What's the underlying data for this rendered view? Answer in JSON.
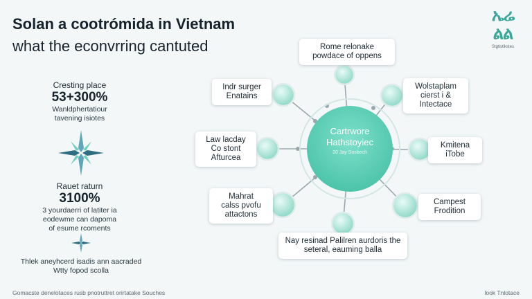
{
  "header": {
    "title": "Solan a cootrómida in Vietnam",
    "subtitle": "what the econvrring cantuted"
  },
  "logo": {
    "mark": "ኤሬ ልል",
    "caption": "Stgtistikstes"
  },
  "stats": [
    {
      "label": "Cresting place",
      "value": "53+300%",
      "desc": [
        "Wanldphertatiour",
        "tavening isiotes"
      ]
    },
    {
      "label": "Rauet raturn",
      "value": "3100%",
      "desc": [
        "3 yourdaerri of latiter ia",
        "eodewme can dapoma",
        "of esume rcoments"
      ]
    }
  ],
  "note": [
    "Thlek aneyhcerd isadis ann aacraded",
    "Wtty fopod scolla"
  ],
  "hub": {
    "title": [
      "Cartrwore",
      "Hathstoyiec"
    ],
    "sub": "20 Jay Sosbech"
  },
  "nodes": [
    {
      "lines": [
        "Rome relonake",
        "powdace of oppens"
      ]
    },
    {
      "lines": [
        "Wolstaplam",
        "cierst i &",
        "Intectace"
      ]
    },
    {
      "lines": [
        "Kmitena",
        "iTobe"
      ]
    },
    {
      "lines": [
        "Campest",
        "Frodition"
      ]
    },
    {
      "lines": [
        "Nay resinad Palilren aurdoris the",
        "seteral, eauming balla"
      ]
    },
    {
      "lines": [
        "Mahrat",
        "calss pvofu",
        "attactons"
      ]
    },
    {
      "lines": [
        "Law lacday",
        "Co stont",
        "Afturcea"
      ]
    },
    {
      "lines": [
        "Indr surger",
        "Enatains"
      ]
    }
  ],
  "footer": {
    "left": "Gomacste denelotaces rusb pnotruttret orirtatake Souches",
    "right": "look Tnlotace"
  },
  "colors": {
    "accent": "#5fd3bd",
    "hub": "#58cdb4",
    "line": "#9aa8ad"
  }
}
